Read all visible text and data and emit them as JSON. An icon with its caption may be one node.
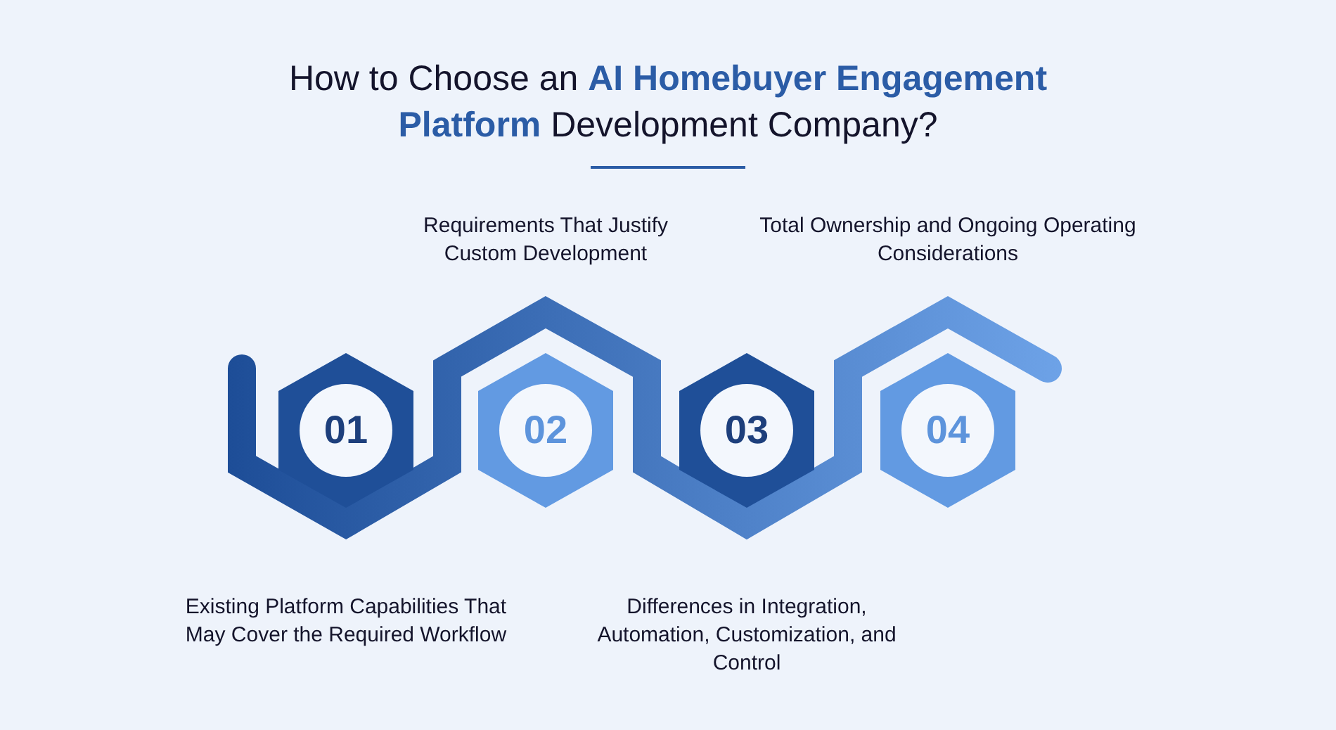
{
  "diagram": {
    "title": "How to Choose an **AI Homebuyer Engagement Platform** Development Company?",
    "nodes": [
      {
        "text": [
          "01"
        ]
      },
      {
        "text": [
          "02"
        ]
      },
      {
        "text": [
          "03"
        ]
      },
      {
        "text": [
          "04"
        ]
      }
    ],
    "labels": [
      "Requirements That Justify Custom Development",
      "Total Ownership and Ongoing Operating Considerations",
      "Existing Platform Capabilities That May Cover the Required Workflow",
      "Differences in Integration, Automation, Customization, and Control"
    ]
  }
}
